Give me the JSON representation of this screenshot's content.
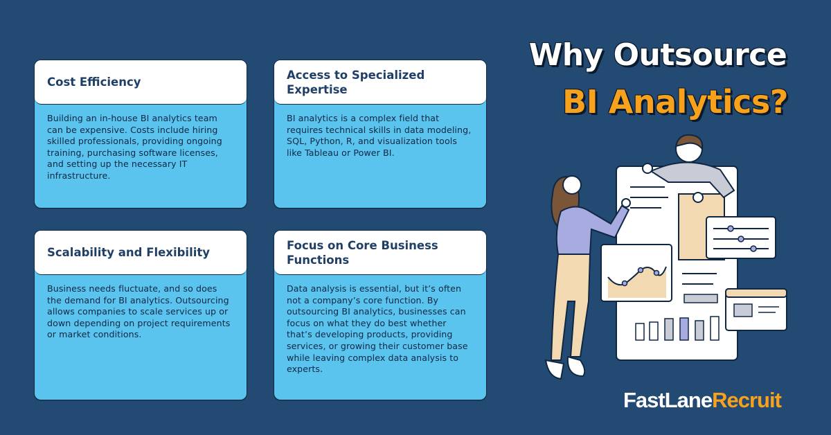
{
  "cards": [
    {
      "title": "Cost Efficiency",
      "body": "Building an in-house BI analytics team can be expensive. Costs include hiring skilled professionals, providing ongoing training, purchasing software licenses, and setting up the necessary IT infrastructure."
    },
    {
      "title": "Access to Specialized Expertise",
      "body": "BI analytics is a complex field that requires technical skills in data modeling, SQL, Python, R, and visualization tools like Tableau or Power BI."
    },
    {
      "title": "Scalability and Flexibility",
      "body": "Business needs fluctuate, and so does the demand for BI analytics. Outsourcing allows companies to scale services up or down depending on project requirements or market conditions."
    },
    {
      "title": "Focus on Core Business Functions",
      "body": "Data analysis is essential, but it’s often not a company’s core function. By outsourcing BI analytics, businesses can focus on what they do best whether that’s developing products, providing services, or growing their customer base while leaving complex data analysis to experts."
    }
  ],
  "headline": {
    "line1": "Why Outsource",
    "line2": "BI Analytics?"
  },
  "brand": {
    "part1": "FastLane",
    "part2": "Recruit"
  },
  "colors": {
    "background": "#234a73",
    "card_body": "#5ac4ef",
    "accent": "#f7a11c"
  },
  "illustration": {
    "icons": [
      "people-analyzing-dashboard-illustration"
    ]
  }
}
